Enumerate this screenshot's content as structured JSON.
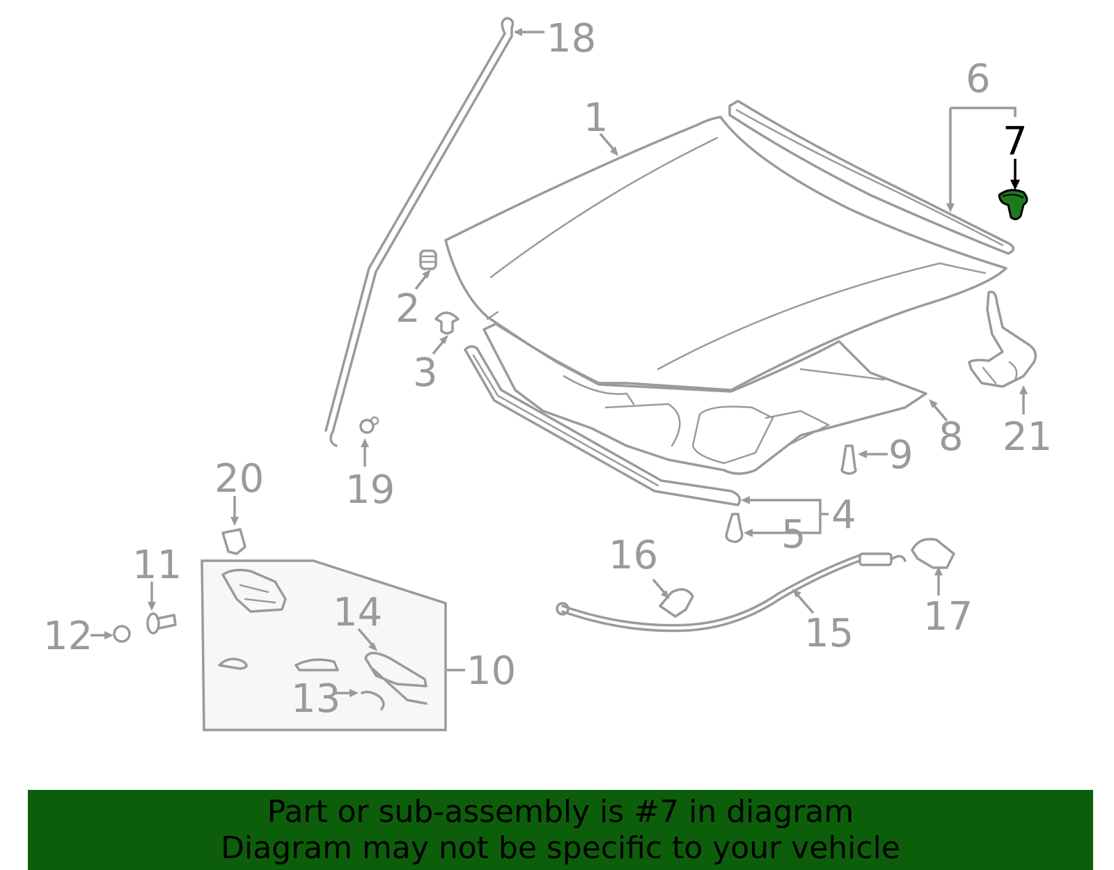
{
  "callouts": [
    {
      "id": "1",
      "text": "1",
      "highlight": false
    },
    {
      "id": "2",
      "text": "2",
      "highlight": false
    },
    {
      "id": "3",
      "text": "3",
      "highlight": false
    },
    {
      "id": "4",
      "text": "4",
      "highlight": false
    },
    {
      "id": "5",
      "text": "5",
      "highlight": false
    },
    {
      "id": "6",
      "text": "6",
      "highlight": false
    },
    {
      "id": "7",
      "text": "7",
      "highlight": true
    },
    {
      "id": "8",
      "text": "8",
      "highlight": false
    },
    {
      "id": "9",
      "text": "9",
      "highlight": false
    },
    {
      "id": "10",
      "text": "10",
      "highlight": false
    },
    {
      "id": "11",
      "text": "11",
      "highlight": false
    },
    {
      "id": "12",
      "text": "12",
      "highlight": false
    },
    {
      "id": "13",
      "text": "13",
      "highlight": false
    },
    {
      "id": "14",
      "text": "14",
      "highlight": false
    },
    {
      "id": "15",
      "text": "15",
      "highlight": false
    },
    {
      "id": "16",
      "text": "16",
      "highlight": false
    },
    {
      "id": "17",
      "text": "17",
      "highlight": false
    },
    {
      "id": "18",
      "text": "18",
      "highlight": false
    },
    {
      "id": "19",
      "text": "19",
      "highlight": false
    },
    {
      "id": "20",
      "text": "20",
      "highlight": false
    },
    {
      "id": "21",
      "text": "21",
      "highlight": false
    }
  ],
  "colors": {
    "outline": "#9a9a9a",
    "highlight_part": "#1f7a1f",
    "highlight_label": "#000000",
    "banner_background": "#0d5e0a",
    "banner_text": "#000000"
  },
  "banner": {
    "line1": "Part or sub-assembly is #7 in diagram",
    "line2": "Diagram may not be specific to your vehicle"
  }
}
